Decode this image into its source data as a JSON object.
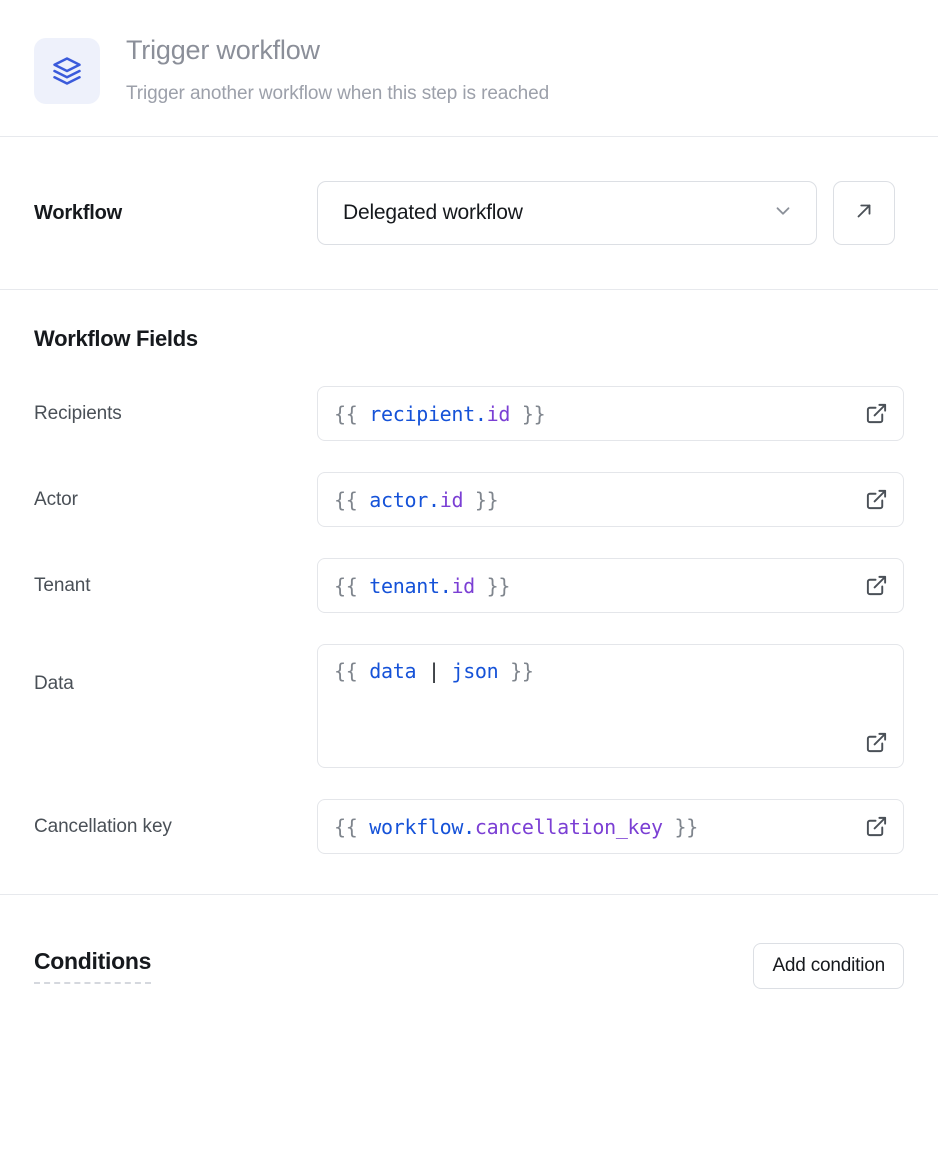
{
  "header": {
    "icon": "layers-icon",
    "title": "Trigger workflow",
    "subtitle": "Trigger another workflow when this step is reached",
    "icon_bg": "#eef1fb",
    "icon_color": "#3b5bdb"
  },
  "workflow": {
    "label": "Workflow",
    "selected": "Delegated workflow",
    "dropdown_icon": "chevron-down-icon",
    "open_icon": "arrow-up-right-icon"
  },
  "fields_section": {
    "title": "Workflow Fields",
    "expand_icon": "external-link-icon",
    "fields": [
      {
        "label": "Recipients",
        "multiline": false,
        "tokens": [
          {
            "t": "{{ ",
            "k": "brace"
          },
          {
            "t": "recipient",
            "k": "ident"
          },
          {
            "t": ".",
            "k": "dot"
          },
          {
            "t": "id",
            "k": "prop"
          },
          {
            "t": " }}",
            "k": "brace"
          }
        ],
        "value": "{{ recipient.id }}"
      },
      {
        "label": "Actor",
        "multiline": false,
        "tokens": [
          {
            "t": "{{ ",
            "k": "brace"
          },
          {
            "t": "actor",
            "k": "ident"
          },
          {
            "t": ".",
            "k": "dot"
          },
          {
            "t": "id",
            "k": "prop"
          },
          {
            "t": " }}",
            "k": "brace"
          }
        ],
        "value": "{{ actor.id }}"
      },
      {
        "label": "Tenant",
        "multiline": false,
        "tokens": [
          {
            "t": "{{ ",
            "k": "brace"
          },
          {
            "t": "tenant",
            "k": "ident"
          },
          {
            "t": ".",
            "k": "dot"
          },
          {
            "t": "id",
            "k": "prop"
          },
          {
            "t": " }}",
            "k": "brace"
          }
        ],
        "value": "{{ tenant.id }}"
      },
      {
        "label": "Data",
        "multiline": true,
        "tokens": [
          {
            "t": "{{ ",
            "k": "brace"
          },
          {
            "t": "data",
            "k": "ident"
          },
          {
            "t": " ",
            "k": "brace"
          },
          {
            "t": "|",
            "k": "pipe"
          },
          {
            "t": " ",
            "k": "brace"
          },
          {
            "t": "json",
            "k": "filter"
          },
          {
            "t": " }}",
            "k": "brace"
          }
        ],
        "value": "{{ data | json }}"
      },
      {
        "label": "Cancellation key",
        "multiline": false,
        "tokens": [
          {
            "t": "{{ ",
            "k": "brace"
          },
          {
            "t": "workflow",
            "k": "ident"
          },
          {
            "t": ".",
            "k": "dot"
          },
          {
            "t": "cancellation_key",
            "k": "prop"
          },
          {
            "t": " }}",
            "k": "brace"
          }
        ],
        "value": "{{ workflow.cancellation_key }}"
      }
    ]
  },
  "conditions": {
    "title": "Conditions",
    "add_label": "Add condition"
  }
}
